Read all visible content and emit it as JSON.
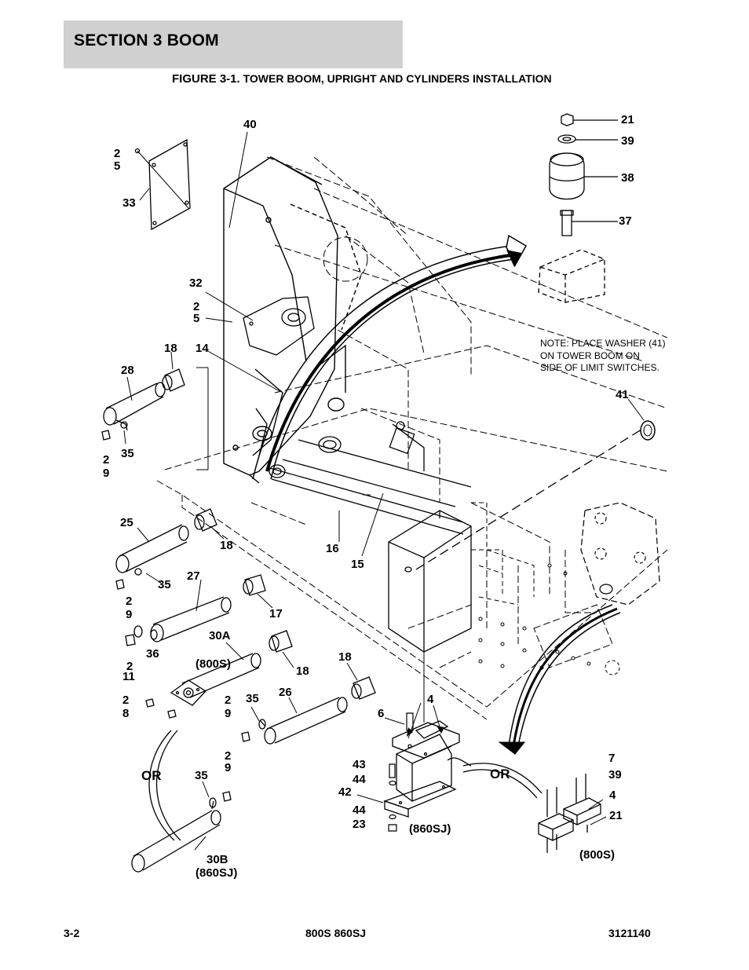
{
  "header": {
    "section": "SECTION 3   BOOM",
    "figure_prefix": "FIGURE 3-1.",
    "figure_title": "TOWER BOOM, UPRIGHT AND CYLINDERS INSTALLATION"
  },
  "note": {
    "line1": "NOTE: PLACE WASHER (41)",
    "line2": "ON TOWER BOOM ON",
    "line3": "SIDE OF LIMIT SWITCHES."
  },
  "labels": {
    "l40": "40",
    "l21a": "21",
    "l39a": "39",
    "l38": "38",
    "l37": "37",
    "l2a": "2",
    "l5a": "5",
    "l33": "33",
    "l32": "32",
    "l2b": "2",
    "l5b": "5",
    "l18a": "18",
    "l14": "14",
    "l28": "28",
    "l35a": "35",
    "l2c": "2",
    "l9a": "9",
    "l41": "41",
    "l25": "25",
    "l18b": "18",
    "l16": "16",
    "l15": "15",
    "l35b": "35",
    "l27": "27",
    "l2d": "2",
    "l9b": "9",
    "l17": "17",
    "l30a": "30A",
    "l800s_a": "(800S)",
    "l36": "36",
    "l2e": "2",
    "l11": "11",
    "l18c": "18",
    "l18d": "18",
    "l2f": "2",
    "l8": "8",
    "l2g": "2",
    "l9c": "9",
    "l35c": "35",
    "l26": "26",
    "l6": "6",
    "l4a": "4",
    "l43": "43",
    "l44a": "44",
    "l42": "42",
    "l44b": "44",
    "l23": "23",
    "l860sj_a": "(860SJ)",
    "or_a": "OR",
    "or_b": "OR",
    "l35d": "35",
    "l2h": "2",
    "l9d": "9",
    "l30b": "30B",
    "l860sj_b": "(860SJ)",
    "l7": "7",
    "l39b": "39",
    "l4b": "4",
    "l21b": "21",
    "l800s_b": "(800S)"
  },
  "footer": {
    "page": "3-2",
    "models": "800S 860SJ",
    "doc_number": "3121140"
  }
}
